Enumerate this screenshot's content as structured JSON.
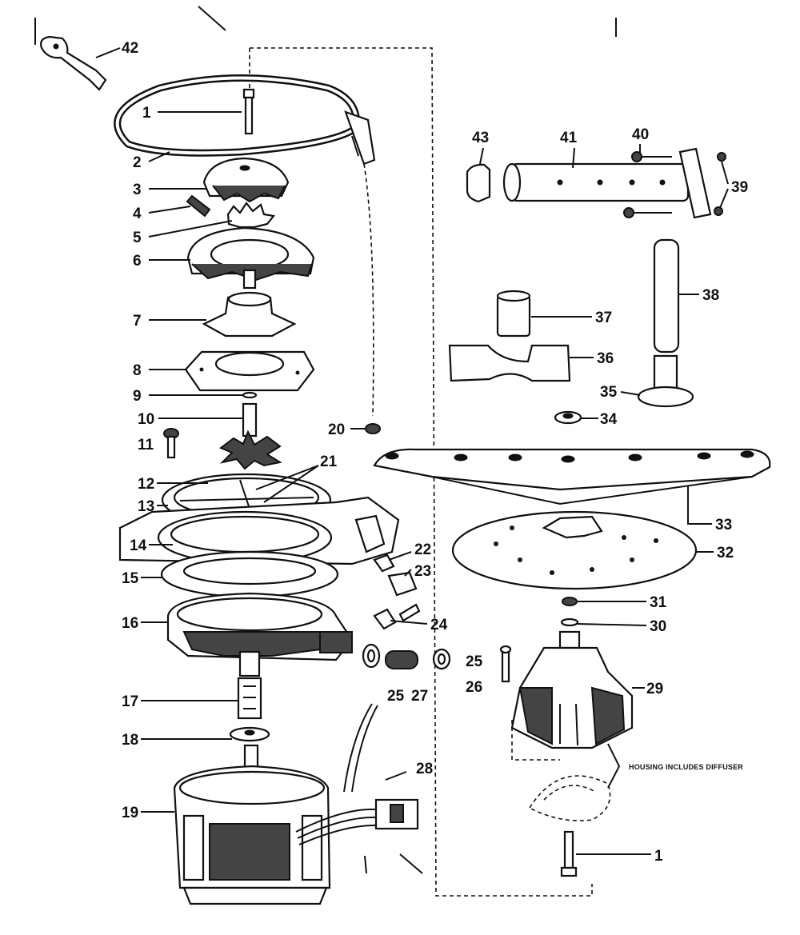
{
  "diagram": {
    "callouts": [
      {
        "id": "c1a",
        "label": "1"
      },
      {
        "id": "c2",
        "label": "2"
      },
      {
        "id": "c3",
        "label": "3"
      },
      {
        "id": "c4",
        "label": "4"
      },
      {
        "id": "c5",
        "label": "5"
      },
      {
        "id": "c6",
        "label": "6"
      },
      {
        "id": "c7",
        "label": "7"
      },
      {
        "id": "c8",
        "label": "8"
      },
      {
        "id": "c9",
        "label": "9"
      },
      {
        "id": "c10",
        "label": "10"
      },
      {
        "id": "c11",
        "label": "11"
      },
      {
        "id": "c12",
        "label": "12"
      },
      {
        "id": "c13",
        "label": "13"
      },
      {
        "id": "c14",
        "label": "14"
      },
      {
        "id": "c15",
        "label": "15"
      },
      {
        "id": "c16",
        "label": "16"
      },
      {
        "id": "c17",
        "label": "17"
      },
      {
        "id": "c18",
        "label": "18"
      },
      {
        "id": "c19",
        "label": "19"
      },
      {
        "id": "c20",
        "label": "20"
      },
      {
        "id": "c21",
        "label": "21"
      },
      {
        "id": "c22",
        "label": "22"
      },
      {
        "id": "c23",
        "label": "23"
      },
      {
        "id": "c24",
        "label": "24"
      },
      {
        "id": "c25a",
        "label": "25"
      },
      {
        "id": "c25b",
        "label": "25"
      },
      {
        "id": "c26",
        "label": "26"
      },
      {
        "id": "c27",
        "label": "27"
      },
      {
        "id": "c28",
        "label": "28"
      },
      {
        "id": "c29",
        "label": "29"
      },
      {
        "id": "c30",
        "label": "30"
      },
      {
        "id": "c31",
        "label": "31"
      },
      {
        "id": "c32",
        "label": "32"
      },
      {
        "id": "c33",
        "label": "33"
      },
      {
        "id": "c34",
        "label": "34"
      },
      {
        "id": "c35",
        "label": "35"
      },
      {
        "id": "c36",
        "label": "36"
      },
      {
        "id": "c37",
        "label": "37"
      },
      {
        "id": "c38",
        "label": "38"
      },
      {
        "id": "c39",
        "label": "39"
      },
      {
        "id": "c40",
        "label": "40"
      },
      {
        "id": "c41",
        "label": "41"
      },
      {
        "id": "c42",
        "label": "42"
      },
      {
        "id": "c43",
        "label": "43"
      },
      {
        "id": "c1b",
        "label": "1"
      }
    ],
    "note": "HOUSING INCLUDES DIFFUSER"
  }
}
